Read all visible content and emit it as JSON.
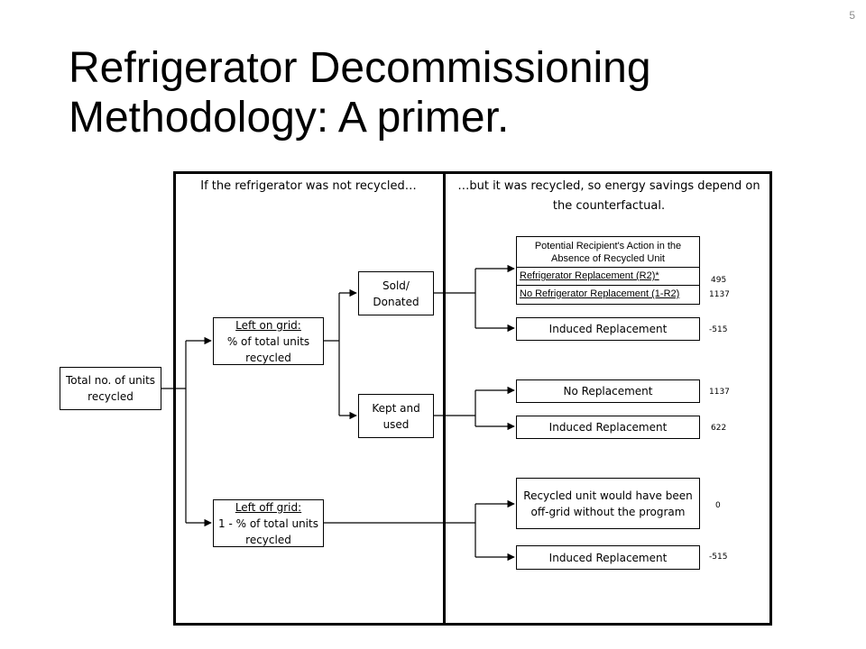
{
  "slide": {
    "number": "5",
    "title": "Refrigerator Decommissioning Methodology: A primer."
  },
  "diagram": {
    "left_heading": "If the refrigerator was not recycled…",
    "right_heading": "…but it was recycled, so energy savings depend on the counterfactual.",
    "total_box": "Total no. of units recycled",
    "left_on_grid": {
      "label": "Left on grid:",
      "detail": "% of total units recycled"
    },
    "left_off_grid": {
      "label": "Left off grid:",
      "detail": "1 - % of total units recycled"
    },
    "sold_donated": "Sold/ Donated",
    "kept_used": "Kept and used",
    "matrix": {
      "header": "Potential Recipient's Action in the Absence of Recycled Unit",
      "row1": "Refrigerator Replacement  (R2)*",
      "row2": "No Refrigerator Replacement (1-R2)"
    },
    "outcomes": {
      "induced_1": "Induced Replacement",
      "no_replacement": "No Replacement",
      "induced_2": "Induced Replacement",
      "off_grid": "Recycled unit would have been off-grid without the program",
      "induced_3": "Induced Replacement"
    },
    "values": {
      "r2": "495",
      "one_minus_r2": "1137",
      "induced_1": "-515",
      "no_replacement": "1137",
      "induced_2": "622",
      "off_grid": "0",
      "induced_3": "-515"
    }
  }
}
